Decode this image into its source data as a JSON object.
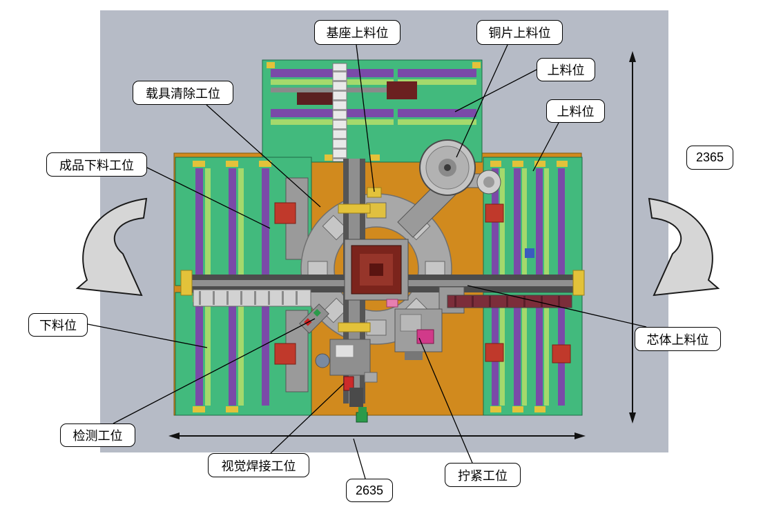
{
  "diagram": {
    "callouts": {
      "base_loading": "基座上料位",
      "copper_loading": "铜片上料位",
      "loading_right_top": "上料位",
      "loading_right_mid": "上料位",
      "carrier_clean": "载具清除工位",
      "product_unload": "成品下料工位",
      "unload": "下料位",
      "inspection": "检测工位",
      "vision_welding": "视觉焊接工位",
      "tightening": "拧紧工位",
      "core_loading": "芯体上料位"
    },
    "dimensions": {
      "width": "2635",
      "height": "2365"
    },
    "colors": {
      "backdrop": "#b6bbc6",
      "base_plate": "#d18a1e",
      "module_green": "#42ba7d",
      "rail_purple": "#7a4aa8",
      "accent_yellow": "#e3c23a",
      "rotary_gray": "#a8a8a8",
      "center_maroon": "#7b241c"
    }
  }
}
